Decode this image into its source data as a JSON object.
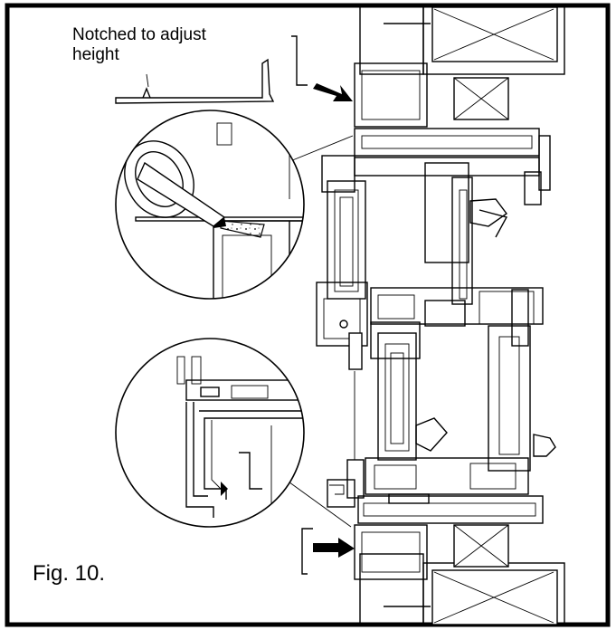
{
  "labels": {
    "note_line1": "Notched to adjust",
    "note_line2": "height",
    "figure": "Fig. 10."
  },
  "colors": {
    "line": "#000000",
    "background": "#ffffff"
  }
}
